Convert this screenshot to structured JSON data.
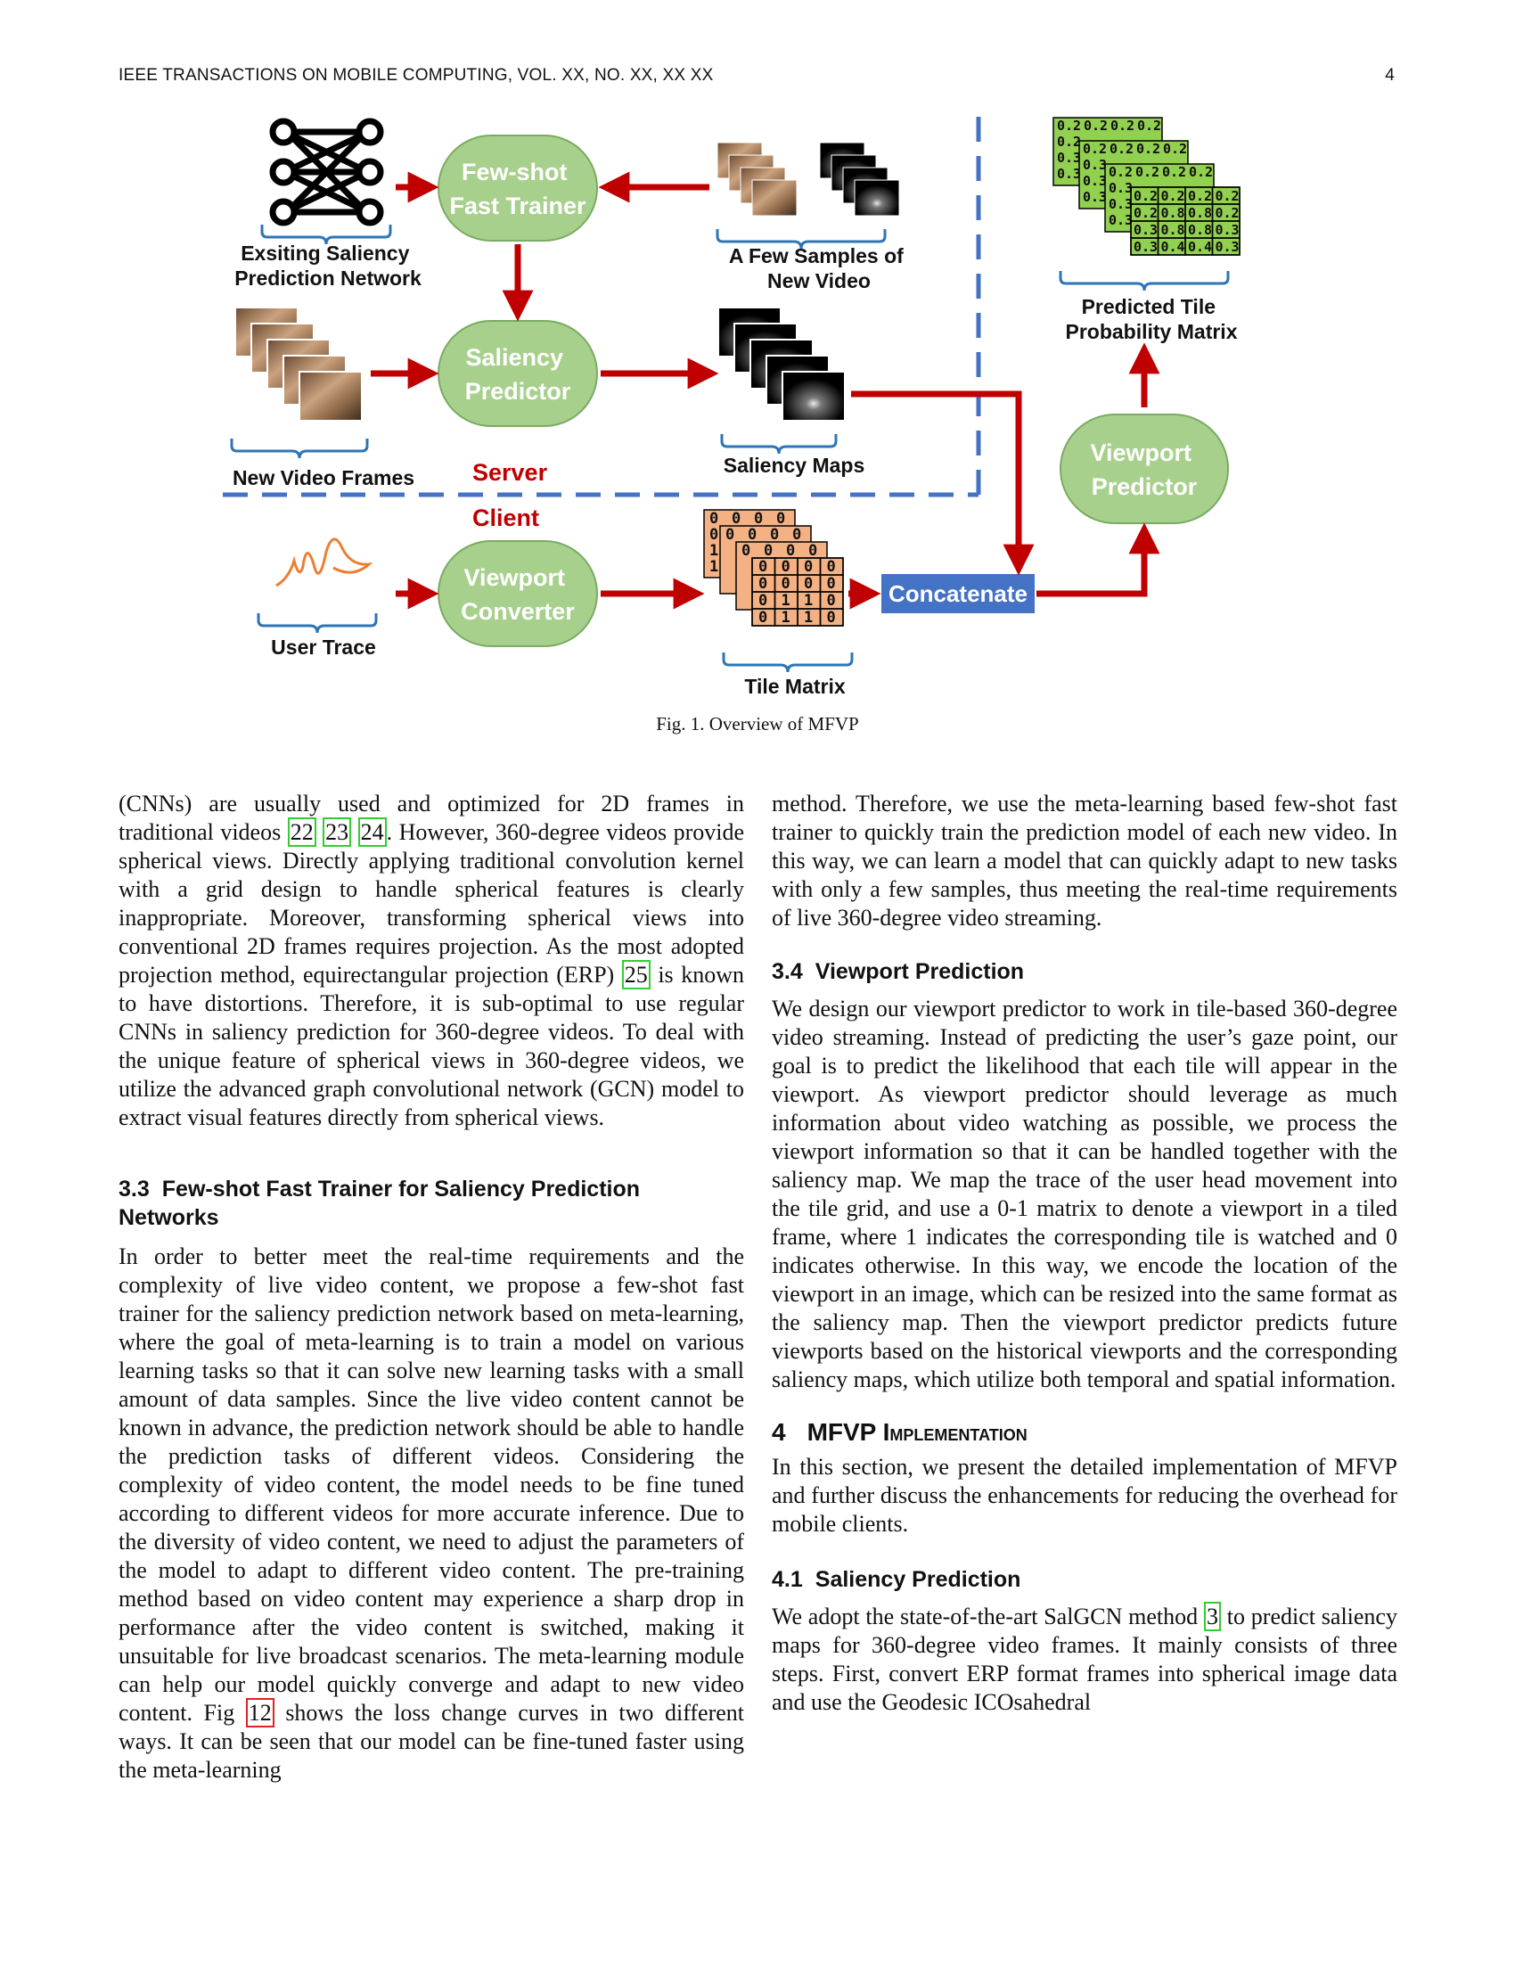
{
  "header": {
    "journal": "IEEE TRANSACTIONS ON MOBILE COMPUTING, VOL. XX, NO. XX, XX XX",
    "page": "4"
  },
  "figure": {
    "labels": {
      "existing_network": [
        "Exsiting Saliency",
        "Prediction Network"
      ],
      "few_samples": [
        "A Few Samples of",
        "New Video"
      ],
      "new_video_frames": "New Video Frames",
      "saliency_maps": "Saliency Maps",
      "server": "Server",
      "client": "Client",
      "user_trace": "User Trace",
      "tile_matrix": "Tile Matrix",
      "concatenate": "Concatenate",
      "predicted_matrix": [
        "Predicted Tile",
        "Probability Matrix"
      ]
    },
    "boxes": {
      "trainer": [
        "Few-shot",
        "Fast Trainer"
      ],
      "saliency_predictor": [
        "Saliency",
        "Predictor"
      ],
      "viewport_converter": [
        "Viewport",
        "Converter"
      ],
      "viewport_predictor": [
        "Viewport",
        "Predictor"
      ]
    },
    "prob_matrix_front": [
      [
        "0.2",
        "0.2",
        "0.2",
        "0.2"
      ],
      [
        "0.2",
        "0.8",
        "0.8",
        "0.2"
      ],
      [
        "0.3",
        "0.8",
        "0.8",
        "0.3"
      ],
      [
        "0.3",
        "0.4",
        "0.4",
        "0.3"
      ]
    ],
    "tile_matrix_front": [
      [
        "0",
        "0",
        "0",
        "0"
      ],
      [
        "0",
        "0",
        "0",
        "0"
      ],
      [
        "0",
        "1",
        "1",
        "0"
      ],
      [
        "0",
        "1",
        "1",
        "0"
      ]
    ],
    "colors": {
      "box_green": "#a8d08d",
      "arrow_red": "#c00000",
      "dash_blue": "#4472c4",
      "tile_orange": "#f4b183",
      "prob_green": "#92d050"
    }
  },
  "caption": "Fig. 1. Overview of MFVP",
  "left_column": {
    "p1": [
      "(CNNs) are usually used and optimized for 2D frames in traditional videos ",
      "22",
      " ",
      "23",
      " ",
      "24",
      ". However, 360-degree videos provide spherical views. Directly applying traditional convolution kernel with a grid design to handle spherical features is clearly inappropriate. Moreover, transforming spherical views into conventional 2D frames requires projection. As the most adopted projection method, equirectangular projection (ERP) ",
      "25",
      " is known to have distortions. Therefore, it is sub-optimal to use regular CNNs in saliency prediction for 360-degree videos. To deal with the unique feature of spherical views in 360-degree videos, we utilize the advanced graph convolutional network (GCN) model to extract visual features directly from spherical views."
    ],
    "sec_3_3_num": "3.3",
    "sec_3_3_title": "Few-shot Fast Trainer for Saliency Prediction Networks",
    "p2": [
      "In order to better meet the real-time requirements and the complexity of live video content, we propose a few-shot fast trainer for the saliency prediction network based on meta-learning, where the goal of meta-learning is to train a model on various learning tasks so that it can solve new learning tasks with a small amount of data samples. Since the live video content cannot be known in advance, the prediction network should be able to handle the prediction tasks of different videos. Considering the complexity of video content, the model needs to be fine tuned according to different videos for more accurate inference. Due to the diversity of video content, we need to adjust the parameters of the model to adapt to different video content. The pre-training method based on video content may experience a sharp drop in performance after the video content is switched, making it unsuitable for live broadcast scenarios. The meta-learning module can help our model quickly converge and adapt to new video content. Fig ",
      "12",
      " shows the loss change curves in two different ways. It can be seen that our model can be fine-tuned faster using the meta-learning"
    ]
  },
  "right_column": {
    "p1": "method. Therefore, we use the meta-learning based few-shot fast trainer to quickly train the prediction model of each new video. In this way, we can learn a model that can quickly adapt to new tasks with only a few samples, thus meeting the real-time requirements of live 360-degree video streaming.",
    "sec_3_4_num": "3.4",
    "sec_3_4_title": "Viewport Prediction",
    "p2": "We design our viewport predictor to work in tile-based 360-degree video streaming. Instead of predicting the user’s gaze point, our goal is to predict the likelihood that each tile will appear in the viewport. As viewport predictor should leverage as much information about video watching as possible, we process the viewport information so that it can be handled together with the saliency map. We map the trace of the user head movement into the tile grid, and use a 0-1 matrix to denote a viewport in a tiled frame, where 1 indicates the corresponding tile is watched and 0 indicates otherwise. In this way, we encode the location of the viewport in an image, which can be resized into the same format as the saliency map. Then the viewport predictor predicts future viewports based on the historical viewports and the corresponding saliency maps, which utilize both temporal and spatial information.",
    "sec_4_num": "4",
    "sec_4_title_a": "MFVP I",
    "sec_4_title_b": "mplementation",
    "p3": "In this section, we present the detailed implementation of MFVP and further discuss the enhancements for reducing the overhead for mobile clients.",
    "sec_4_1_num": "4.1",
    "sec_4_1_title": "Saliency Prediction",
    "p4": [
      "We adopt the state-of-the-art SalGCN method ",
      "3",
      " to predict saliency maps for 360-degree video frames. It mainly consists of three steps. First, convert ERP format frames into spherical image data and use the Geodesic ICOsahedral"
    ]
  }
}
